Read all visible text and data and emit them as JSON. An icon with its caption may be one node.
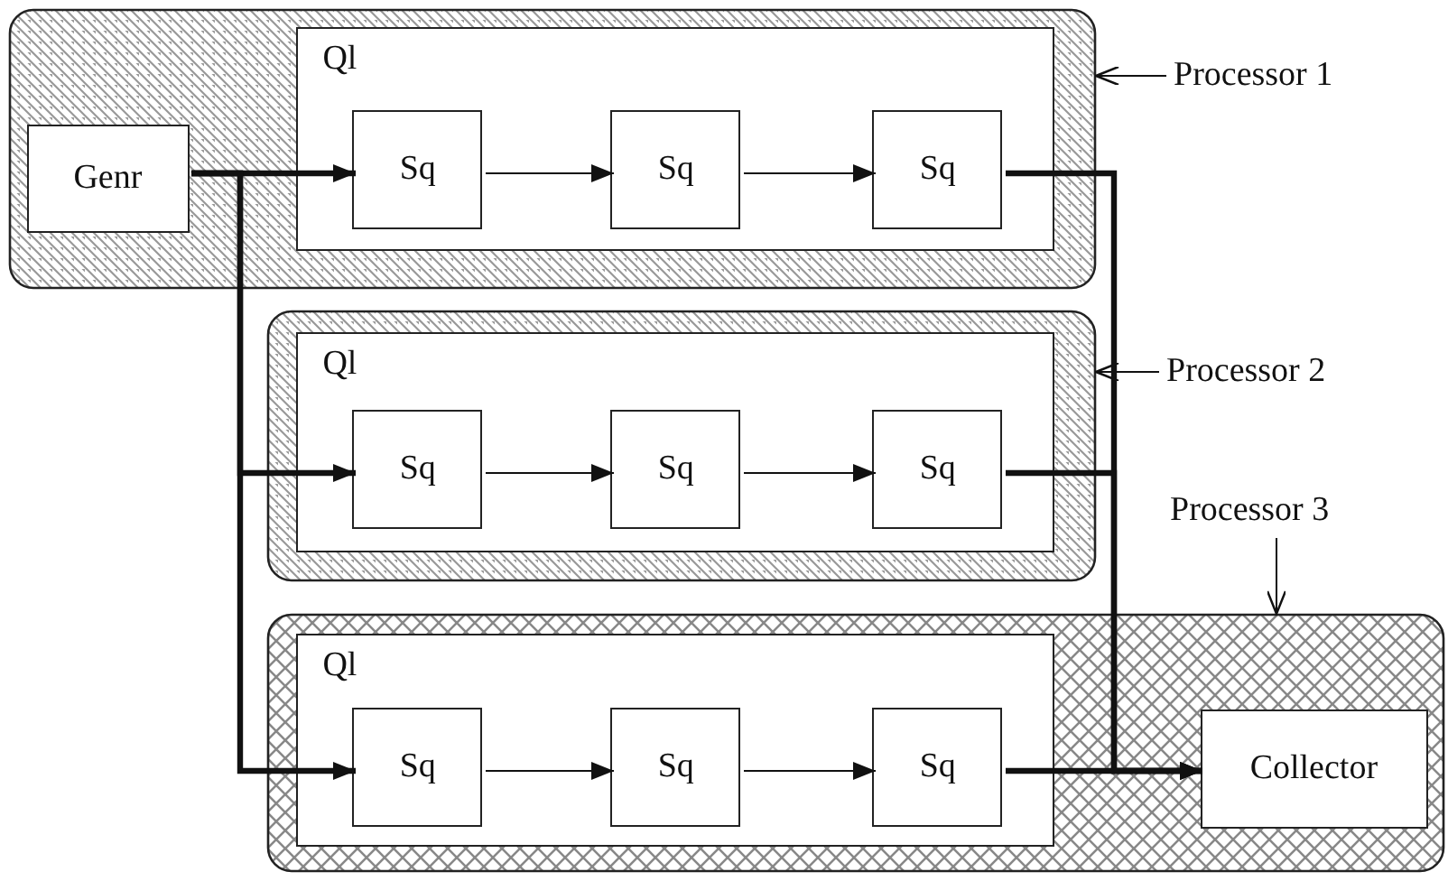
{
  "diagram": {
    "nodes": [
      {
        "text": [],
        "shape": "box"
      },
      {
        "text": [
          "Genr"
        ],
        "in": 0
      },
      {
        "text": [
          "Ql"
        ],
        "in": 0
      },
      {
        "text": [
          "Sq"
        ],
        "in": 2
      },
      {
        "text": [
          "Sq"
        ],
        "in": 2
      },
      {
        "text": [
          "Sq"
        ],
        "in": 2
      },
      {
        "text": [],
        "shape": "box"
      },
      {
        "text": [
          "Ql"
        ],
        "in": 6
      },
      {
        "text": [
          "Sq"
        ],
        "in": 7
      },
      {
        "text": [
          "Sq"
        ],
        "in": 7
      },
      {
        "text": [
          "Sq"
        ],
        "in": 7
      },
      {
        "text": [],
        "shape": "box"
      },
      {
        "text": [
          "Ql"
        ],
        "in": 11
      },
      {
        "text": [
          "Sq"
        ],
        "in": 12
      },
      {
        "text": [
          "Sq"
        ],
        "in": 12
      },
      {
        "text": [
          "Sq"
        ],
        "in": 12
      },
      {
        "text": [
          "Collector"
        ],
        "in": 11
      },
      {
        "text": [
          "Processor 1"
        ]
      },
      {
        "text": [
          "Processor 2"
        ]
      },
      {
        "text": [
          "Processor 3"
        ]
      }
    ],
    "edges": [
      {
        "from": 1,
        "to": 3,
        "arrow": "to",
        "style": "thick"
      },
      {
        "from": 1,
        "to": 8,
        "arrow": "to",
        "style": "thick"
      },
      {
        "from": 1,
        "to": 13,
        "arrow": "to",
        "style": "thick"
      },
      {
        "from": 3,
        "to": 4,
        "arrow": "to"
      },
      {
        "from": 4,
        "to": 5,
        "arrow": "to"
      },
      {
        "from": 8,
        "to": 9,
        "arrow": "to"
      },
      {
        "from": 9,
        "to": 10,
        "arrow": "to"
      },
      {
        "from": 13,
        "to": 14,
        "arrow": "to"
      },
      {
        "from": 14,
        "to": 15,
        "arrow": "to"
      },
      {
        "from": 5,
        "to": 16,
        "arrow": "to",
        "style": "thick"
      },
      {
        "from": 10,
        "to": 16,
        "arrow": "to",
        "style": "thick"
      },
      {
        "from": 15,
        "to": 16,
        "arrow": "to",
        "style": "thick"
      },
      {
        "from": 17,
        "to": 0,
        "arrow": "to"
      },
      {
        "from": 18,
        "to": 6,
        "arrow": "to"
      },
      {
        "from": 19,
        "to": 11,
        "arrow": "to"
      }
    ]
  }
}
